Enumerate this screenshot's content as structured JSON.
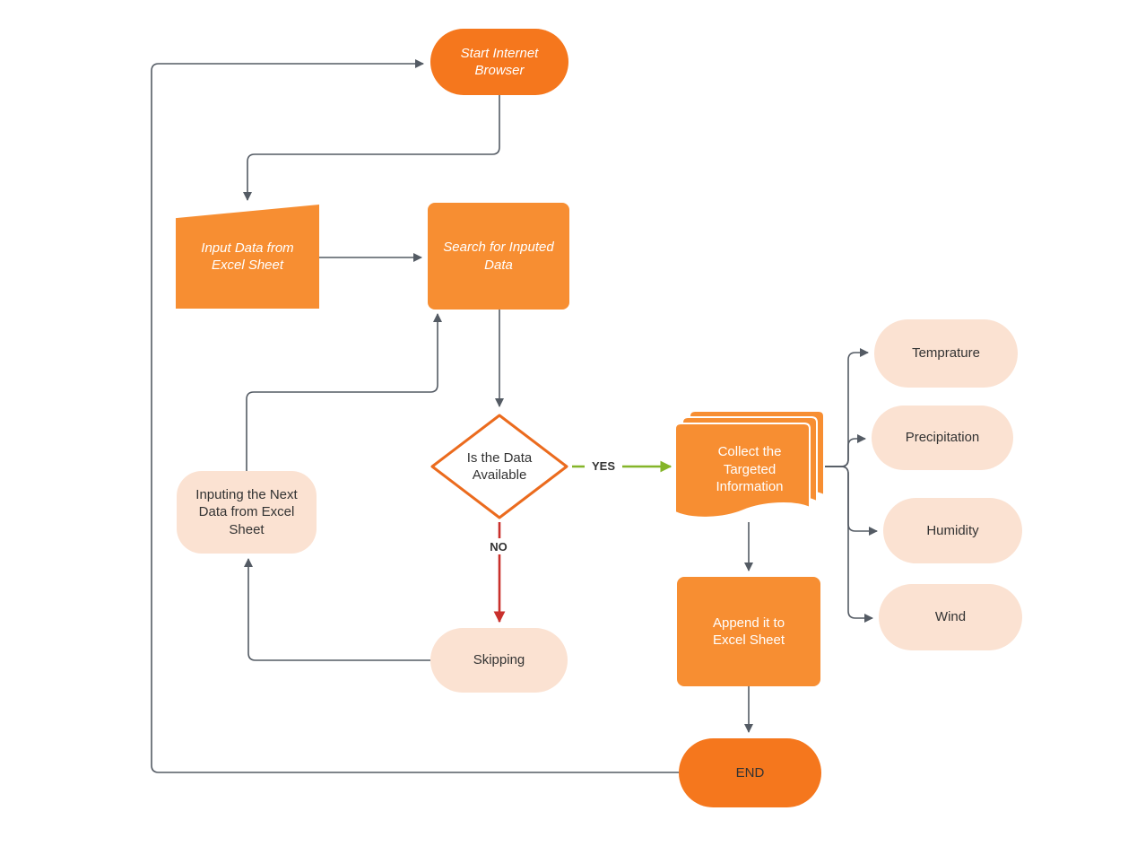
{
  "colors": {
    "orange": "#F78E32",
    "orange-deep": "#F5771D",
    "peach": "#FBE2D2",
    "diamond-border": "#EB6B1E",
    "edge": "#545B64",
    "yes": "#84B529",
    "no": "#C9302C",
    "text-dark": "#333333",
    "text-light": "#FFFFFF",
    "canvas": "#FFFFFF"
  },
  "nodes": {
    "start": {
      "label": "Start Internet Browser",
      "type": "terminator"
    },
    "input_data": {
      "label": "Input Data from Excel Sheet",
      "type": "manual-input"
    },
    "search": {
      "label": "Search for Inputed Data",
      "type": "process"
    },
    "decision": {
      "label": "Is the Data Available",
      "type": "decision"
    },
    "collect": {
      "label": "Collect the Targeted Information",
      "type": "multi-document"
    },
    "temprature": {
      "label": "Temprature",
      "type": "terminator"
    },
    "precipitation": {
      "label": "Precipitation",
      "type": "terminator"
    },
    "humidity": {
      "label": "Humidity",
      "type": "terminator"
    },
    "wind": {
      "label": "Wind",
      "type": "terminator"
    },
    "inputing_next": {
      "label": "Inputing the Next Data from Excel Sheet",
      "type": "process"
    },
    "skipping": {
      "label": "Skipping",
      "type": "terminator"
    },
    "append": {
      "label": "Append it to Excel Sheet",
      "type": "process"
    },
    "end": {
      "label": "END",
      "type": "terminator"
    }
  },
  "edge_labels": {
    "yes": "YES",
    "no": "NO"
  },
  "edges": [
    {
      "from": "start",
      "to": "input_data"
    },
    {
      "from": "input_data",
      "to": "search"
    },
    {
      "from": "search",
      "to": "decision"
    },
    {
      "from": "decision",
      "to": "collect",
      "label": "YES"
    },
    {
      "from": "decision",
      "to": "skipping",
      "label": "NO"
    },
    {
      "from": "skipping",
      "to": "inputing_next"
    },
    {
      "from": "inputing_next",
      "to": "search"
    },
    {
      "from": "collect",
      "to": "temprature"
    },
    {
      "from": "collect",
      "to": "precipitation"
    },
    {
      "from": "collect",
      "to": "humidity"
    },
    {
      "from": "collect",
      "to": "wind"
    },
    {
      "from": "collect",
      "to": "append"
    },
    {
      "from": "append",
      "to": "end"
    },
    {
      "from": "end",
      "to": "start"
    }
  ]
}
